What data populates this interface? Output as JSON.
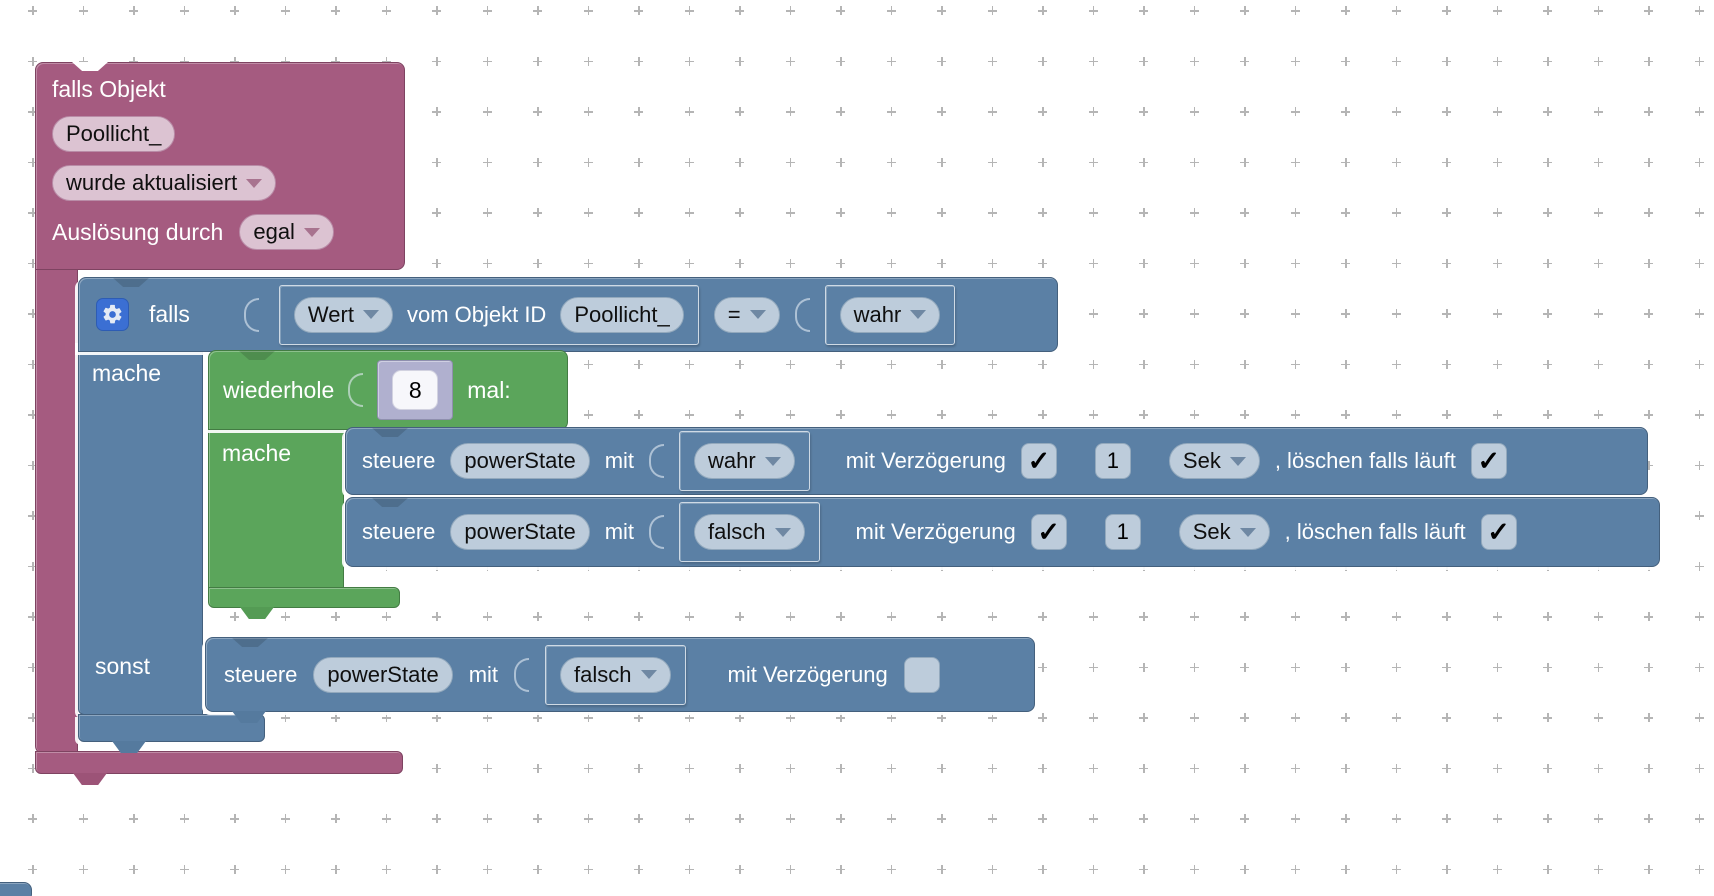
{
  "colors": {
    "trigger_block": "#a55b80",
    "trigger_field": "#dcc3d2",
    "logic_block": "#5b80a5",
    "logic_field": "#bdccdb",
    "loop_block": "#5ba55b",
    "shadow_block": "#b0b0cf",
    "gear_background": "#3b6fd3",
    "workspace_grid": "#b5b5b5"
  },
  "trigger_block": {
    "title": "falls Objekt",
    "object_field": "Poollicht_",
    "event_select": "wurde aktualisiert",
    "trigger_label": "Auslösung durch",
    "trigger_select": "egal"
  },
  "if_block": {
    "if_label": "falls",
    "do_label": "mache",
    "else_label": "sonst"
  },
  "condition": {
    "attribute_select": "Wert",
    "source_label": "vom Objekt ID",
    "object_field": "Poollicht_",
    "operator_select": "=",
    "value_select": "wahr"
  },
  "repeat_block": {
    "label": "wiederhole",
    "count_field": "8",
    "suffix_label": "mal:",
    "do_label": "mache"
  },
  "control_rows": [
    {
      "verb": "steuere",
      "object_field": "powerState",
      "with_label": "mit",
      "value_select": "wahr",
      "delay_label": "mit Verzögerung",
      "delay_checked": "✓",
      "delay_value": "1",
      "unit_select": "Sek",
      "clear_label": ", löschen falls läuft",
      "clear_checked": "✓"
    },
    {
      "verb": "steuere",
      "object_field": "powerState",
      "with_label": "mit",
      "value_select": "falsch",
      "delay_label": "mit Verzögerung",
      "delay_checked": "✓",
      "delay_value": "1",
      "unit_select": "Sek",
      "clear_label": ", löschen falls läuft",
      "clear_checked": "✓"
    }
  ],
  "else_row": {
    "verb": "steuere",
    "object_field": "powerState",
    "with_label": "mit",
    "value_select": "falsch",
    "delay_label": "mit Verzögerung"
  }
}
